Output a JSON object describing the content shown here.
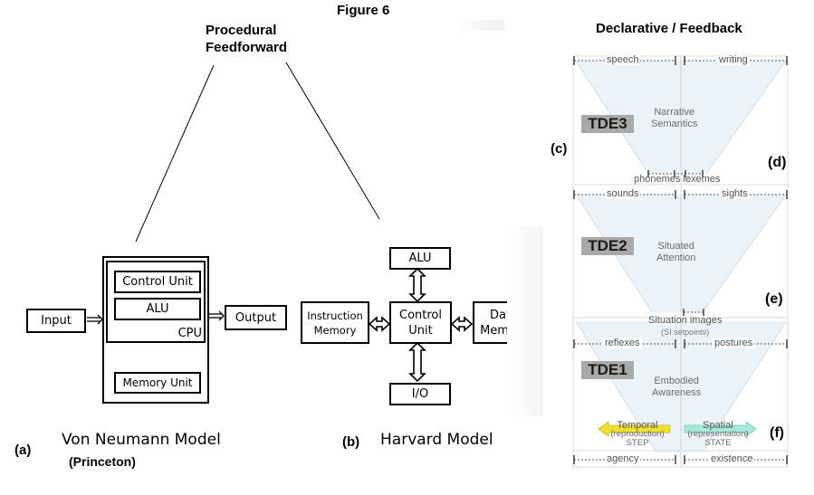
{
  "figure": {
    "title": "Figure 6",
    "left_heading": [
      "Procedural",
      "Feedforward"
    ],
    "right_heading": "Declarative / Feedback"
  },
  "von_neumann": {
    "tag": "(a)",
    "caption": "Von Neumann Model",
    "subcaption": "(Princeton)",
    "input": "Input",
    "output": "Output",
    "cpu_label": "CPU",
    "control_unit": "Control Unit",
    "alu": "ALU",
    "memory_unit": "Memory Unit"
  },
  "harvard": {
    "tag": "(b)",
    "caption": "Harvard Model",
    "alu": "ALU",
    "control_unit": [
      "Control",
      "Unit"
    ],
    "instruction_memory": [
      "Instruction",
      "Memory"
    ],
    "data_memory": [
      "Data",
      "Memory"
    ],
    "io": "I/O"
  },
  "tde": {
    "tags": {
      "c": "(c)",
      "d": "(d)",
      "e": "(e)",
      "f": "(f)"
    },
    "levels": [
      {
        "badge": "TDE3",
        "desc": [
          "Narrative",
          "Semantics"
        ],
        "top_left": "speech",
        "top_right": "writing",
        "bottom": "phonemes lexemes"
      },
      {
        "badge": "TDE2",
        "desc": [
          "Situated",
          "Attention"
        ],
        "top_left": "sounds",
        "top_right": "sights",
        "bottom": [
          "Situation images",
          "(SI setpoints)"
        ]
      },
      {
        "badge": "TDE1",
        "desc": [
          "Embodied",
          "Awareness"
        ],
        "top_left": "reflexes",
        "top_right": "postures"
      }
    ],
    "temporal": {
      "label": "Temporal",
      "sub": "(reproduction)",
      "unit": "STEP",
      "color": "#f0e030"
    },
    "spatial": {
      "label": "Spatial",
      "sub": "(representation)",
      "unit": "STATE",
      "color": "#a8e8dc"
    },
    "base_left": "agency",
    "base_right": "existence",
    "funnel_color": "#eaf2f8"
  }
}
